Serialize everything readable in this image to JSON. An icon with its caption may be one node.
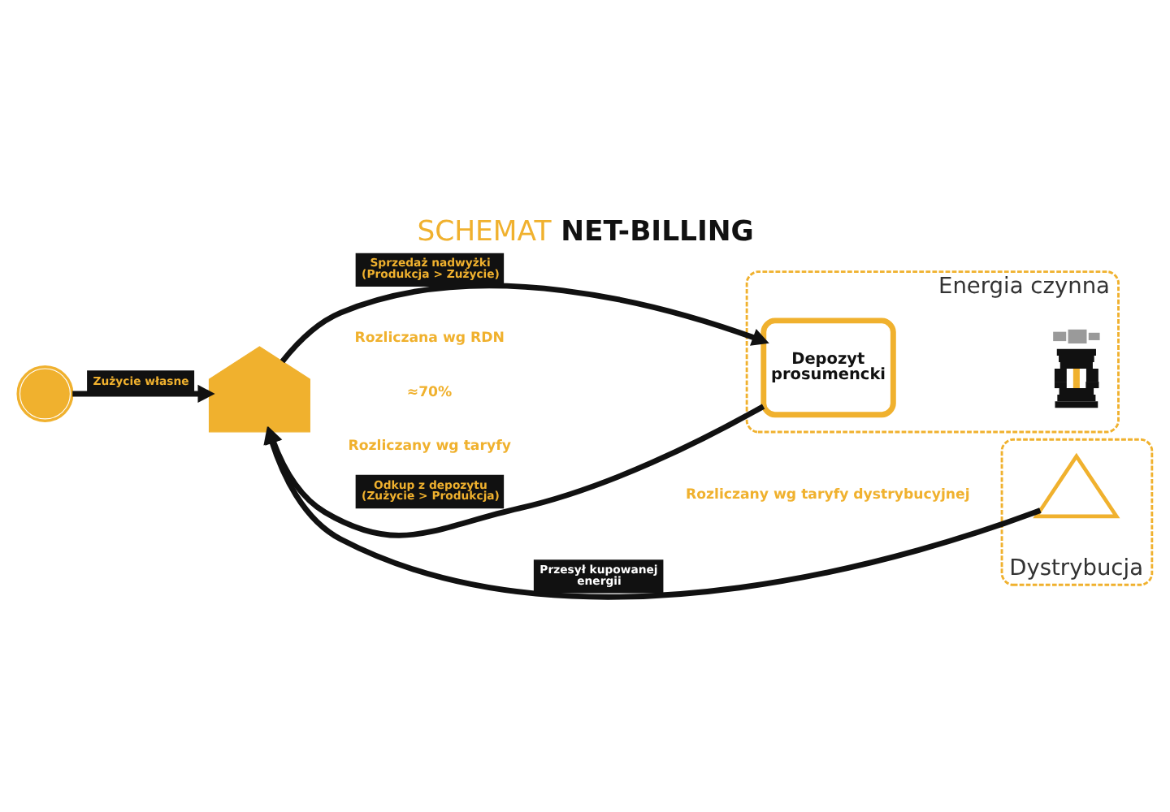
{
  "diagram": {
    "title": "SCHEMAT NET-BILLING",
    "nodes": [
      {
        "text": [],
        "shape": "picture"
      },
      {
        "text": [],
        "shape": "picture"
      },
      {
        "text": [
          "Energia czynna"
        ]
      },
      {
        "text": [
          "Depozyt prosumencki"
        ],
        "in": 2
      },
      {
        "text": [],
        "shape": "picture",
        "in": 2
      },
      {
        "text": [
          "Dystrybucja"
        ]
      },
      {
        "text": [],
        "shape": "picture",
        "in": 5
      }
    ],
    "edges": [
      {
        "from": 0,
        "to": 1,
        "arrow": "to",
        "label": "Zużycie własne"
      },
      {
        "from": 1,
        "to": 3,
        "arrow": "to",
        "label": "Sprzedaż nadwyżki (Produkcja > Zużycie)"
      },
      {
        "from": 3,
        "to": 1,
        "arrow": "to",
        "label": "Odkup z depozytu (Zużycie > Produkcja)"
      },
      {
        "from": 6,
        "to": 1,
        "arrow": "to",
        "label": "Przesył kupowanej energii"
      }
    ],
    "labels": [
      "Rozliczana wg RDN",
      "≈70%",
      "Rozliczany wg taryfy",
      "Rozliczany wg taryfy dystrybucyjnej"
    ]
  }
}
